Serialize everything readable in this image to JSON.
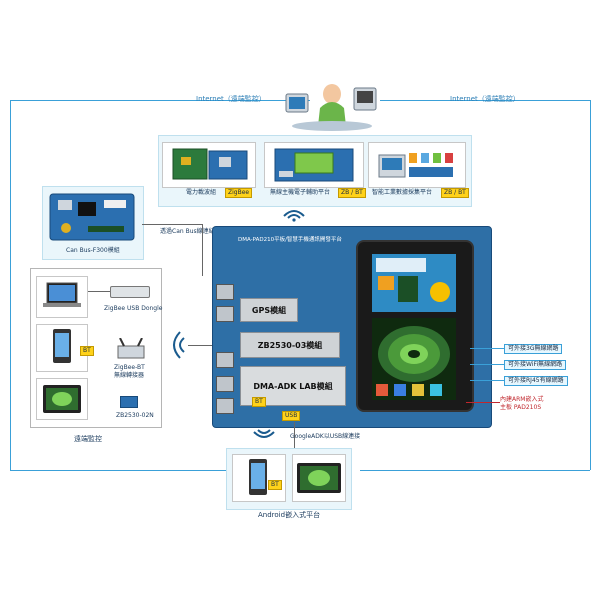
{
  "internet_left": "Internet（遠端監控）",
  "internet_right": "Internet（遠端監控）",
  "top_modules": [
    {
      "label": "電力載波組",
      "tag": "ZigBee"
    },
    {
      "label": "無線主機電子輔助平台",
      "tag": "ZB / BT"
    },
    {
      "label": "智能工業數據採集平台",
      "tag": "ZB / BT"
    }
  ],
  "canbus_label": "Can Bus-F300模組",
  "canbus_link": "透過Can Bus線連結",
  "board_title": "DMA-PAD210平板/智慧手機通訊開發平台",
  "board_modules": {
    "gps": "GPS模組",
    "zb": "ZB2530-03模組",
    "adk": "DMA-ADK LAB模組",
    "bt_tag": "BT",
    "usb_tag": "USB"
  },
  "left_devices": {
    "usb_dongle_label": "ZigBee USB Dongle",
    "bt_tag": "BT",
    "bt_adapter_label": "ZigBee-BT\n無線轉接器",
    "zb_label": "ZB2530-02N",
    "section_label": "遠端監控"
  },
  "right_links": [
    "可外接3G無線網路",
    "可外接WiFi無線網路",
    "可外接RJ45有線網路"
  ],
  "arm_note": "內建ARM嵌入式\n主板 PAD210S",
  "bottom_link": "GoogleADK以USB線連接",
  "bottom_bt_tag": "BT",
  "bottom_label": "Android嵌入式平台",
  "colors": {
    "line": "#3aa0d8",
    "board": "#2e6fa6",
    "tag": "#ffd21a"
  }
}
